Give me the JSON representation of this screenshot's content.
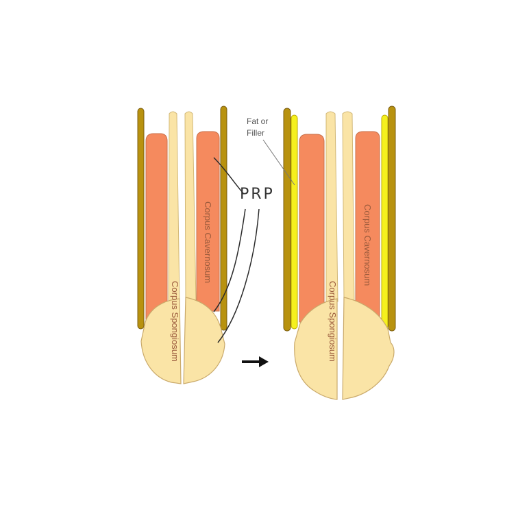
{
  "labels": {
    "prp": "PRP",
    "fat_or_filler_line1": "Fat or",
    "fat_or_filler_line2": "Filler",
    "corpus_cavernosum": "Corpus Cavernosum",
    "corpus_spongiosum": "Corpus Spongiosum"
  },
  "colors": {
    "tunica": "#b8920f",
    "cavernosum": "#f58a5e",
    "spongiosum": "#fae4a6",
    "filler": "#f5f01e",
    "outline": "#7a5c12",
    "leader": "#2a2a2a",
    "arrow": "#111111"
  },
  "icons": {
    "transition": "right-arrow-icon"
  }
}
